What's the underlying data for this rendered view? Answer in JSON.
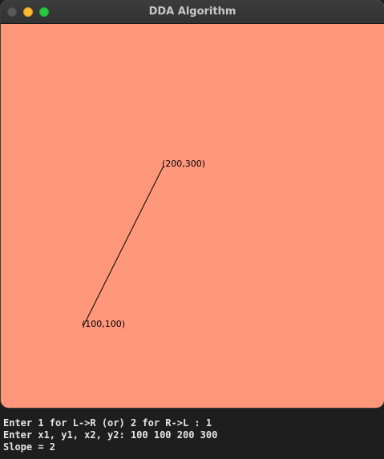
{
  "window": {
    "title": "DDA Algorithm",
    "canvas_color": "#ff987b"
  },
  "drawing": {
    "start_label": "(100,100)",
    "end_label": "(200,300)"
  },
  "terminal": {
    "lines": [
      "Enter 1 for L->R (or) 2 for R->L : 1",
      "Enter x1, y1, x2, y2: 100 100 200 300",
      "Slope = 2"
    ]
  }
}
